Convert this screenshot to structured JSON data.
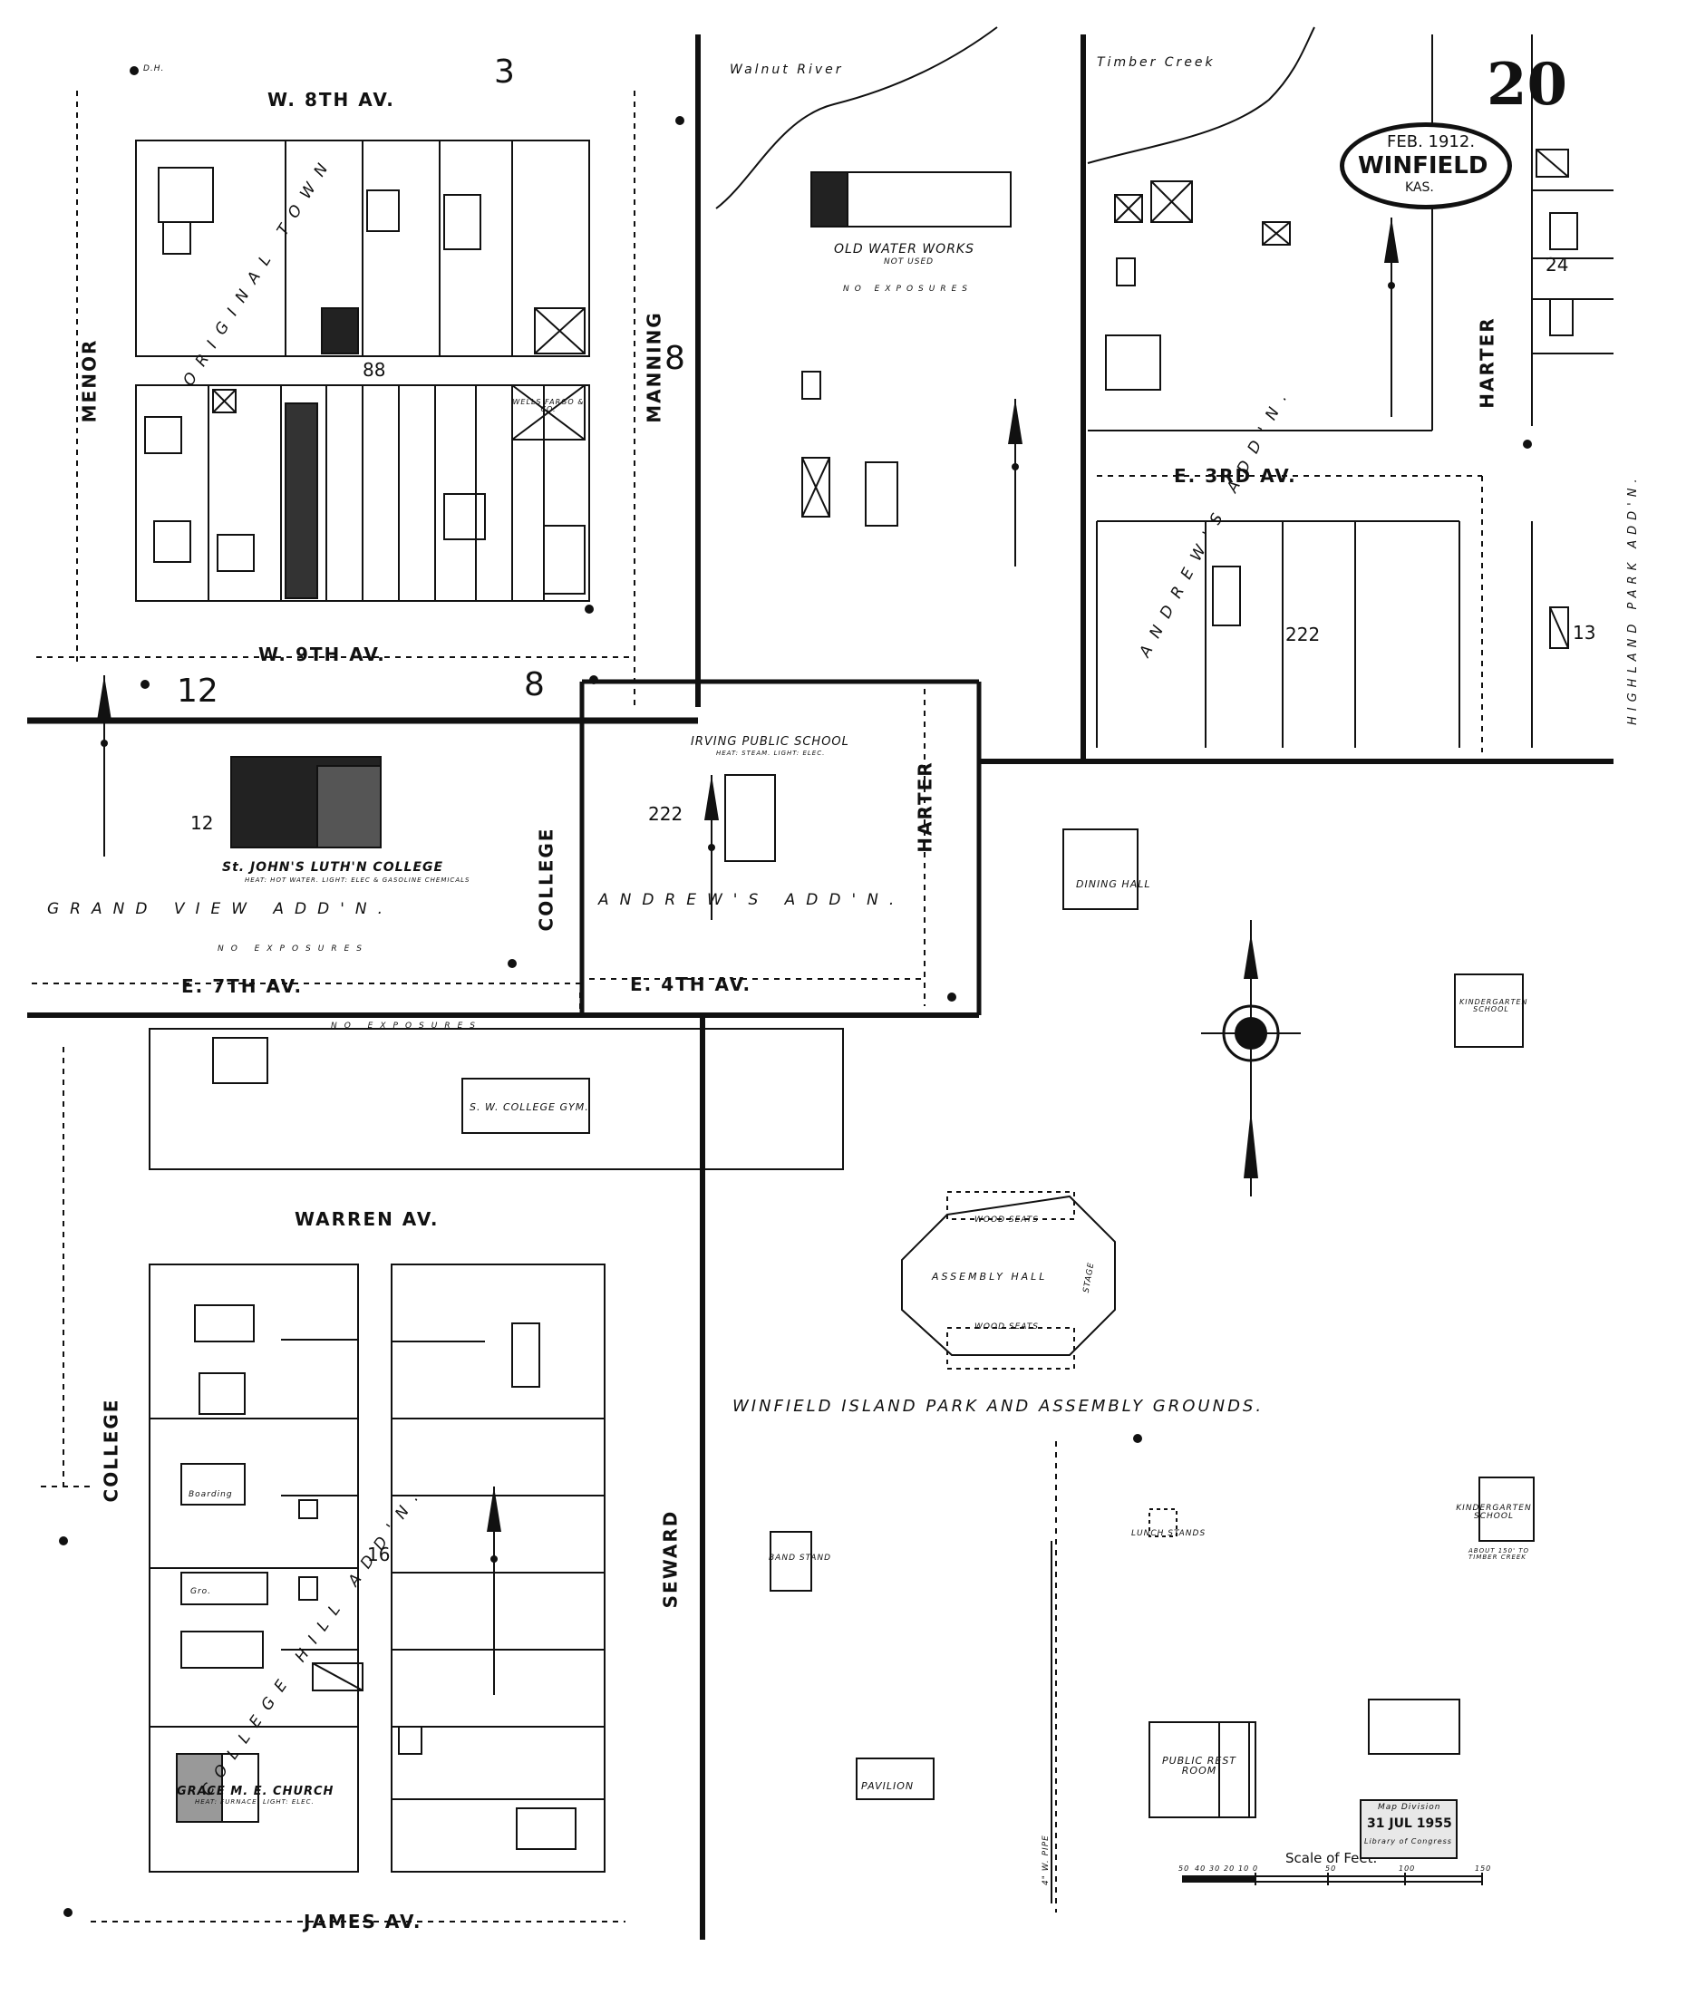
{
  "sheet": {
    "number": "20",
    "date": "FEB. 1912.",
    "city": "WINFIELD",
    "state": "KAS."
  },
  "streets": {
    "w8th": "W.  8TH    AV.",
    "w9th": "W.  9TH    AV.",
    "e7th": "E.  7TH    AV.",
    "e4th": "E.  4TH    AV.",
    "e3rd": "E.  3RD    AV.",
    "warren": "WARREN    AV.",
    "james": "JAMES    AV.",
    "menor": "MENOR",
    "manning": "MANNING",
    "college_upper": "COLLEGE",
    "college_lower": "COLLEGE",
    "harter_right": "HARTER",
    "harter_mid": "HARTER",
    "seward": "SEWARD"
  },
  "waterways": {
    "walnut": "Walnut  River",
    "timber": "Timber  Creek"
  },
  "additions": {
    "original_town": "ORIGINAL TOWN",
    "grand_view": "GRAND  VIEW  ADD'N.",
    "andrews_lower": "ANDREW'S  ADD'N.",
    "andrews_upper": "ANDREW'S ADD'N.",
    "college_hill": "COLLEGE HILL ADD'N.",
    "highland": "HIGHLAND PARK ADD'N."
  },
  "buildings": {
    "old_water_works": "OLD WATER WORKS",
    "not_used": "NOT USED",
    "no_exposures_1": "NO  EXPOSURES",
    "no_exposures_2": "NO  EXPOSURES",
    "no_exposures_3": "NO  EXPOSURES",
    "st_johns": "St. JOHN'S LUTH'N COLLEGE",
    "st_johns_note": "HEAT: HOT WATER. LIGHT: ELEC & GASOLINE CHEMICALS",
    "irving": "IRVING PUBLIC SCHOOL",
    "irving_note": "HEAT: STEAM. LIGHT: ELEC.",
    "dining_hall": "DINING HALL",
    "kindergarten_1": "KINDERGARTEN SCHOOL",
    "kindergarten_2": "KINDERGARTEN SCHOOL",
    "kindergarten_note": "ABOUT 150' TO TIMBER CREEK",
    "sw_gym": "S. W. COLLEGE GYM.",
    "assembly_hall": "ASSEMBLY HALL",
    "stage": "STAGE",
    "wood_seats_1": "WOOD SEATS",
    "wood_seats_2": "WOOD SEATS",
    "band_stand": "BAND STAND",
    "lunch_stands": "LUNCH STANDS",
    "pavilion": "PAVILION",
    "rest_room": "PUBLIC REST ROOM",
    "grace_church": "GRACE M. E. CHURCH",
    "grace_note": "HEAT: FURNACE. LIGHT: ELEC.",
    "wells_fargo": "WELLS FARGO & CO.",
    "boarding": "Boarding",
    "gro": "Gro."
  },
  "park_title": "WINFIELD  ISLAND  PARK  AND  ASSEMBLY  GROUNDS.",
  "block_numbers": {
    "b3": "3",
    "b8a": "8",
    "b8b": "8",
    "b12a": "12",
    "b12b": "12",
    "b222a": "222",
    "b222b": "222",
    "b88": "88",
    "b24": "24",
    "b13": "13",
    "b16": "16"
  },
  "scale": {
    "title": "Scale  of  Feet.",
    "ticks": [
      "50",
      "40",
      "30",
      "20",
      "10",
      "0",
      "50",
      "100",
      "150"
    ]
  },
  "stamp": {
    "line1": "Map Division",
    "line2": "31 JUL 1955",
    "line3": "Library of Congress"
  },
  "hydrant_label": "D.H.",
  "water_pipe_label": "4\" W. PIPE"
}
